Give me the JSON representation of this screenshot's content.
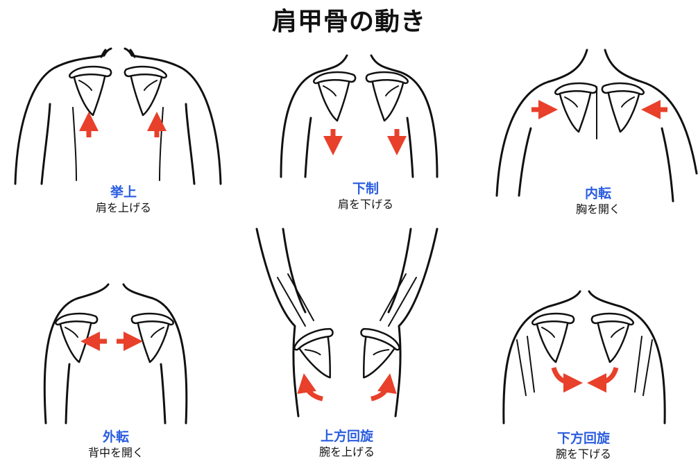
{
  "title": "肩甲骨の動き",
  "colors": {
    "label": "#2a5de0",
    "arrow": "#e8402a",
    "line": "#111111"
  },
  "panels": [
    {
      "name": "挙上",
      "desc": "肩を上げる"
    },
    {
      "name": "下制",
      "desc": "肩を下げる"
    },
    {
      "name": "内転",
      "desc": "胸を開く"
    },
    {
      "name": "外転",
      "desc": "背中を開く"
    },
    {
      "name": "上方回旋",
      "desc": "腕を上げる"
    },
    {
      "name": "下方回旋",
      "desc": "腕を下げる"
    }
  ]
}
